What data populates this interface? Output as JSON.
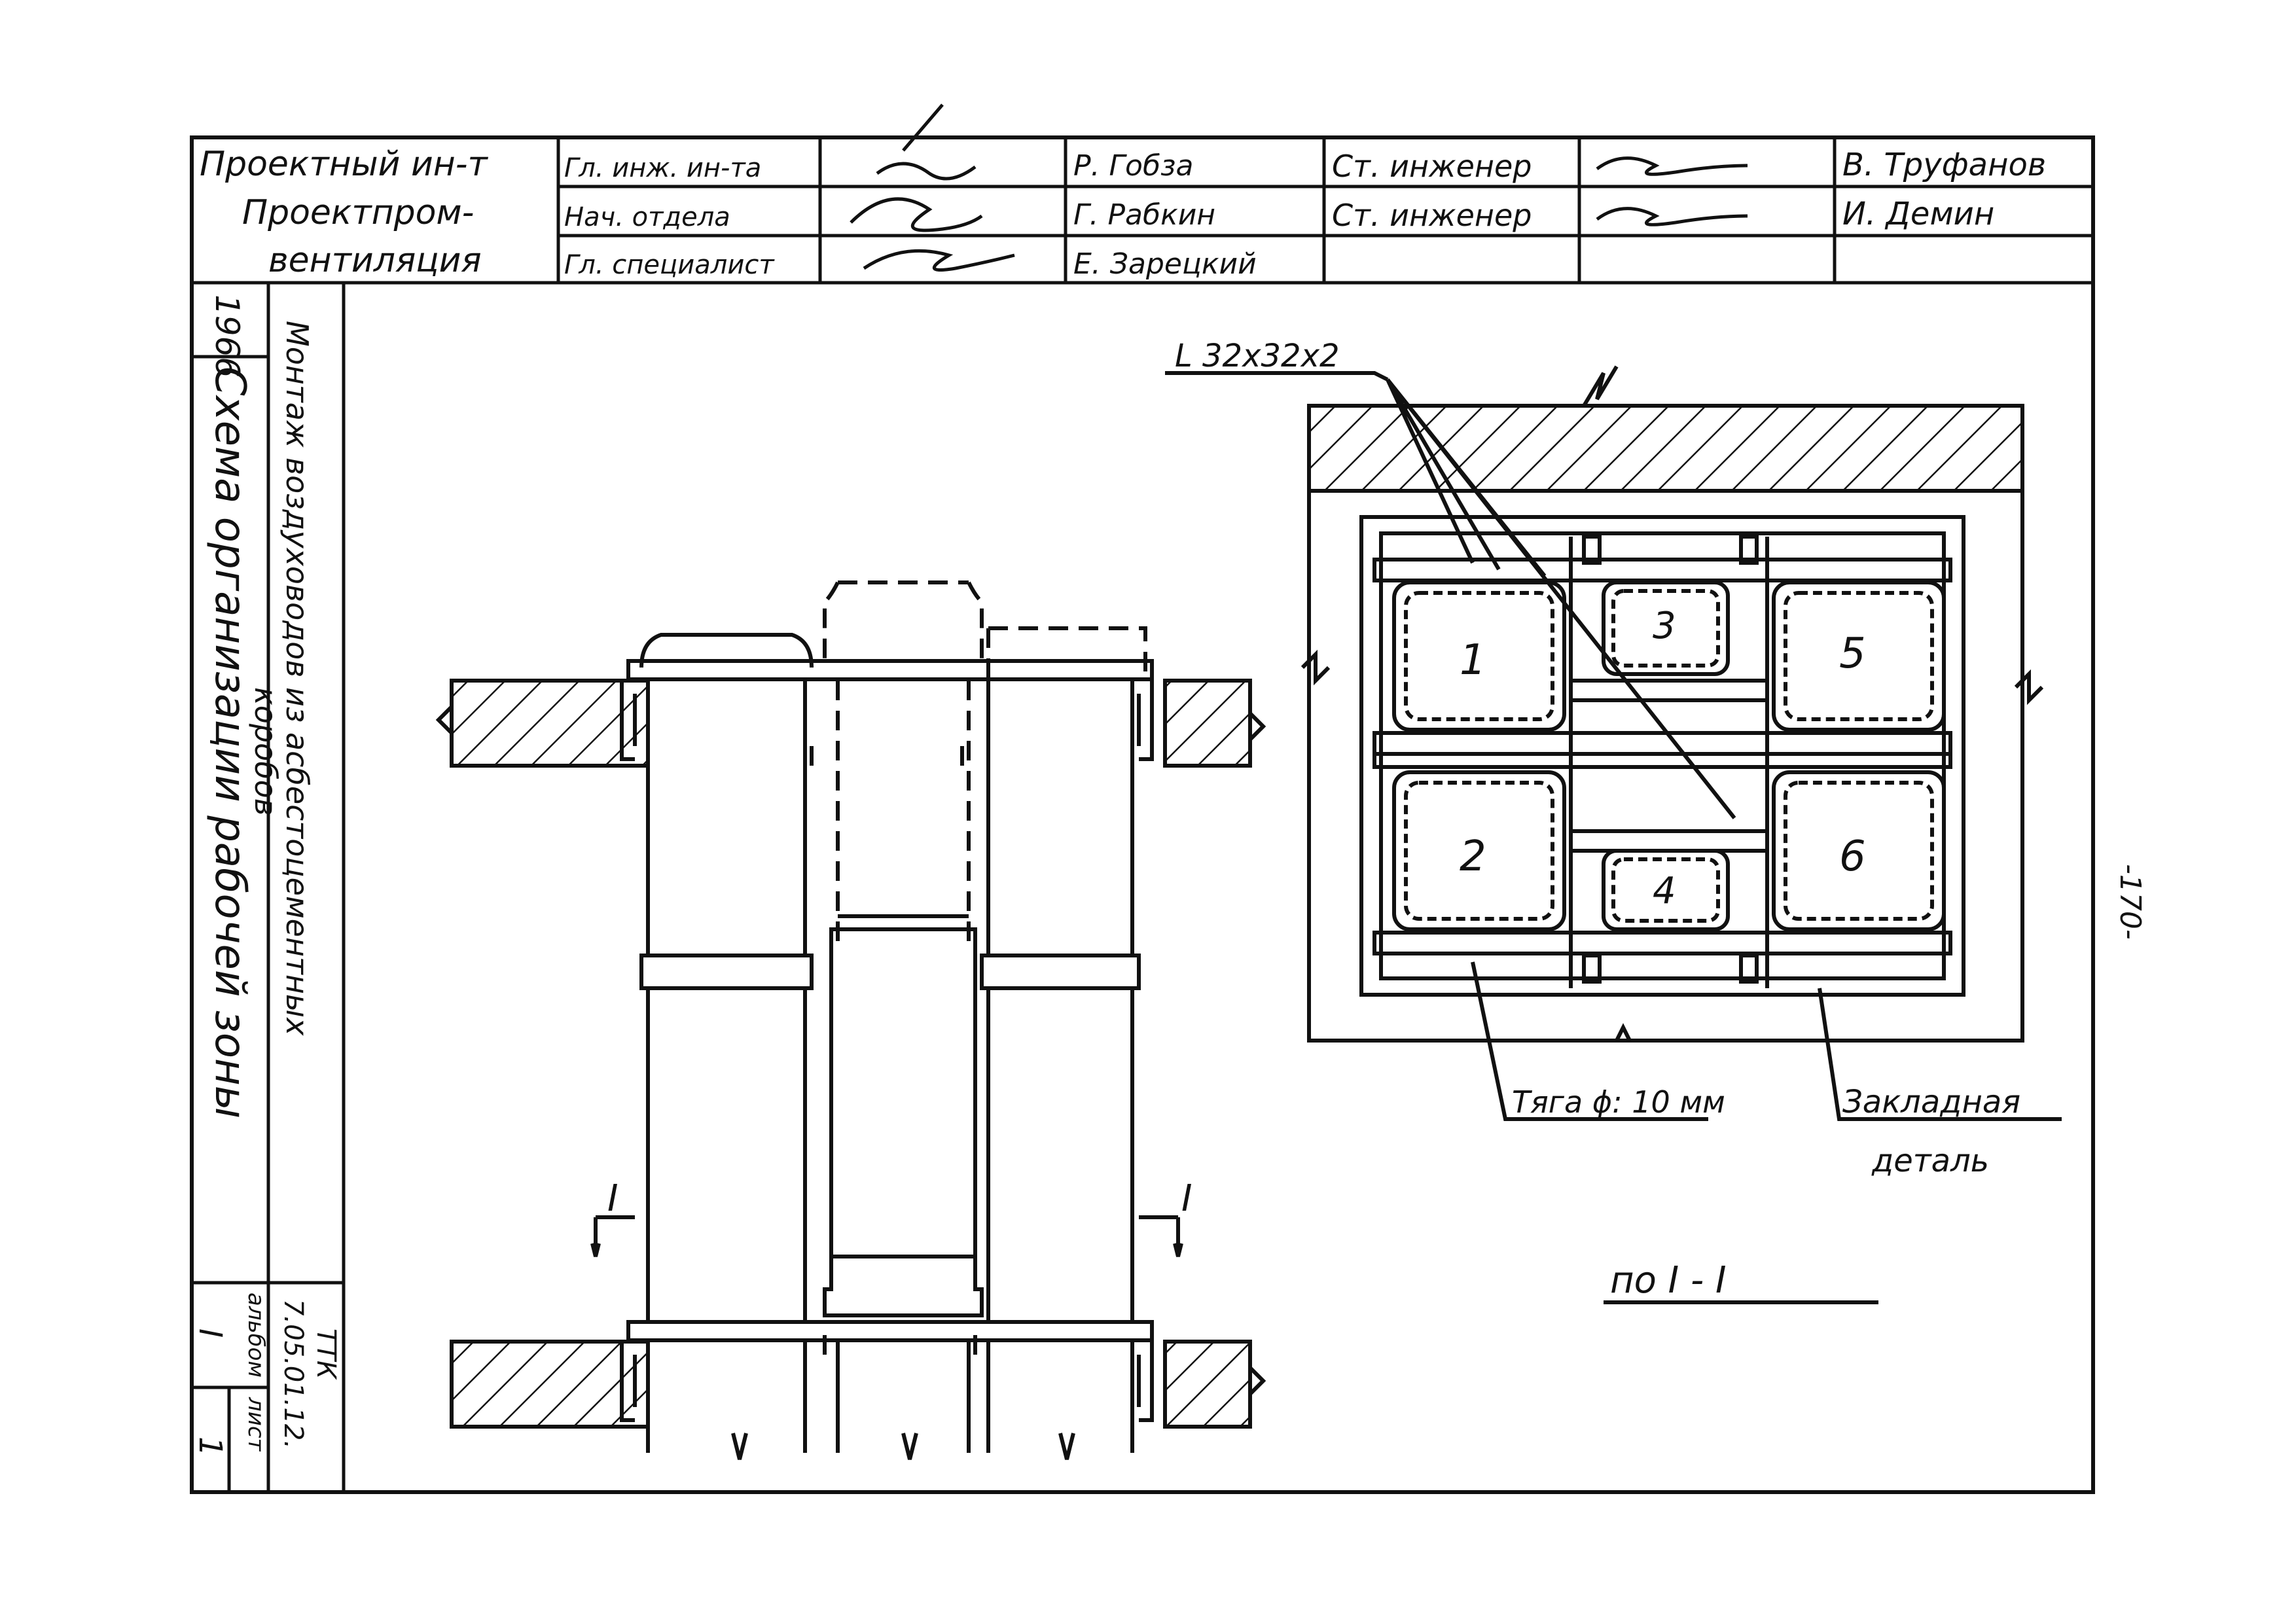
{
  "title_block": {
    "organization_line1": "Проектный ин-т",
    "organization_line2": "Проектпром-",
    "organization_line3": "вентиляция",
    "roles": [
      "Гл. инж. ин-та",
      "Нач. отдела",
      "Гл. специалист"
    ],
    "names": [
      "Р. Гобза",
      "Г. Рабкин",
      "Е. Зарецкий"
    ],
    "roles_right": [
      "Ст. инженер",
      "Ст. инженер"
    ],
    "names_right": [
      "В. Труфанов",
      "И. Демин"
    ]
  },
  "side_block": {
    "year": "1966",
    "scheme_title": "Схема организации рабочей зоны",
    "subject_line1": "Монтаж воздуховодов из асбестоцементных",
    "subject_line2": "коробов",
    "code_line1": "ТТК",
    "code_line2": "7.05.01.12.",
    "album_label": "альбом",
    "sheet_label": "лист",
    "album_value": "I",
    "sheet_value": "1"
  },
  "drawing": {
    "angle_label": "L 32x32x2",
    "rod_label": "Тяга ϕ: 10 мм",
    "embedded_label_line1": "Закладная",
    "embedded_label_line2": "деталь",
    "section_caption": "по I - I",
    "section_mark": "I",
    "duct_numbers": [
      "1",
      "2",
      "3",
      "4",
      "5",
      "6"
    ],
    "page_number": "-170-"
  }
}
